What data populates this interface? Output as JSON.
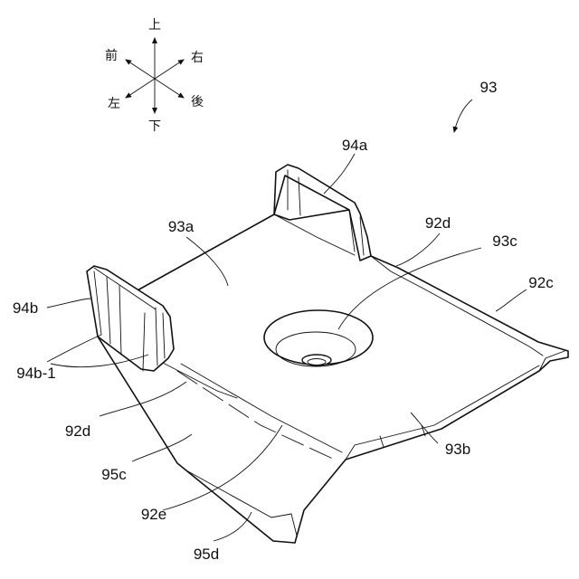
{
  "directions": {
    "up": "上",
    "down": "下",
    "front": "前",
    "right": "右",
    "left": "左",
    "rear": "後"
  },
  "labels": {
    "assembly": "93",
    "tab_a": "94a",
    "surface_a": "93a",
    "edge_d_right": "92d",
    "hole": "93c",
    "edge_c": "92c",
    "tab_b": "94b",
    "tab_b_sub": "94b-1",
    "edge_d_left": "92d",
    "surface_b": "93b",
    "flange_c": "95c",
    "edge_e": "92e",
    "flange_d": "95d"
  }
}
